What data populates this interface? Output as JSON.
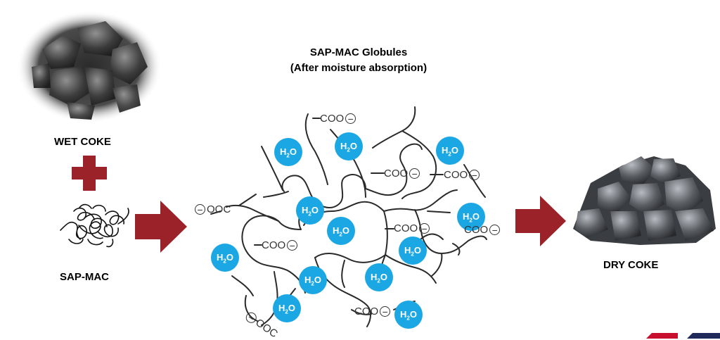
{
  "title": {
    "line1": "SAP-MAC Globules",
    "line2": "(After moisture absorption)"
  },
  "labels": {
    "wet_coke": "WET COKE",
    "sap_mac": "SAP-MAC",
    "dry_coke": "DRY COKE"
  },
  "water": {
    "text": "H",
    "sub": "2",
    "tail": "O"
  },
  "group": {
    "coo": "COO",
    "ooc": "OOC",
    "charge": "−"
  },
  "colors": {
    "water_bubble": "#1aa7e4",
    "plus_sign": "#9b2228",
    "arrow": "#9b2228",
    "lines": "#333333",
    "corner_red": "#c8102e",
    "corner_navy": "#1f2a5a"
  },
  "icons": [
    "wet-coke-image",
    "plus-icon",
    "polymer-coil-icon",
    "arrow-right-icon",
    "dry-coke-image"
  ]
}
